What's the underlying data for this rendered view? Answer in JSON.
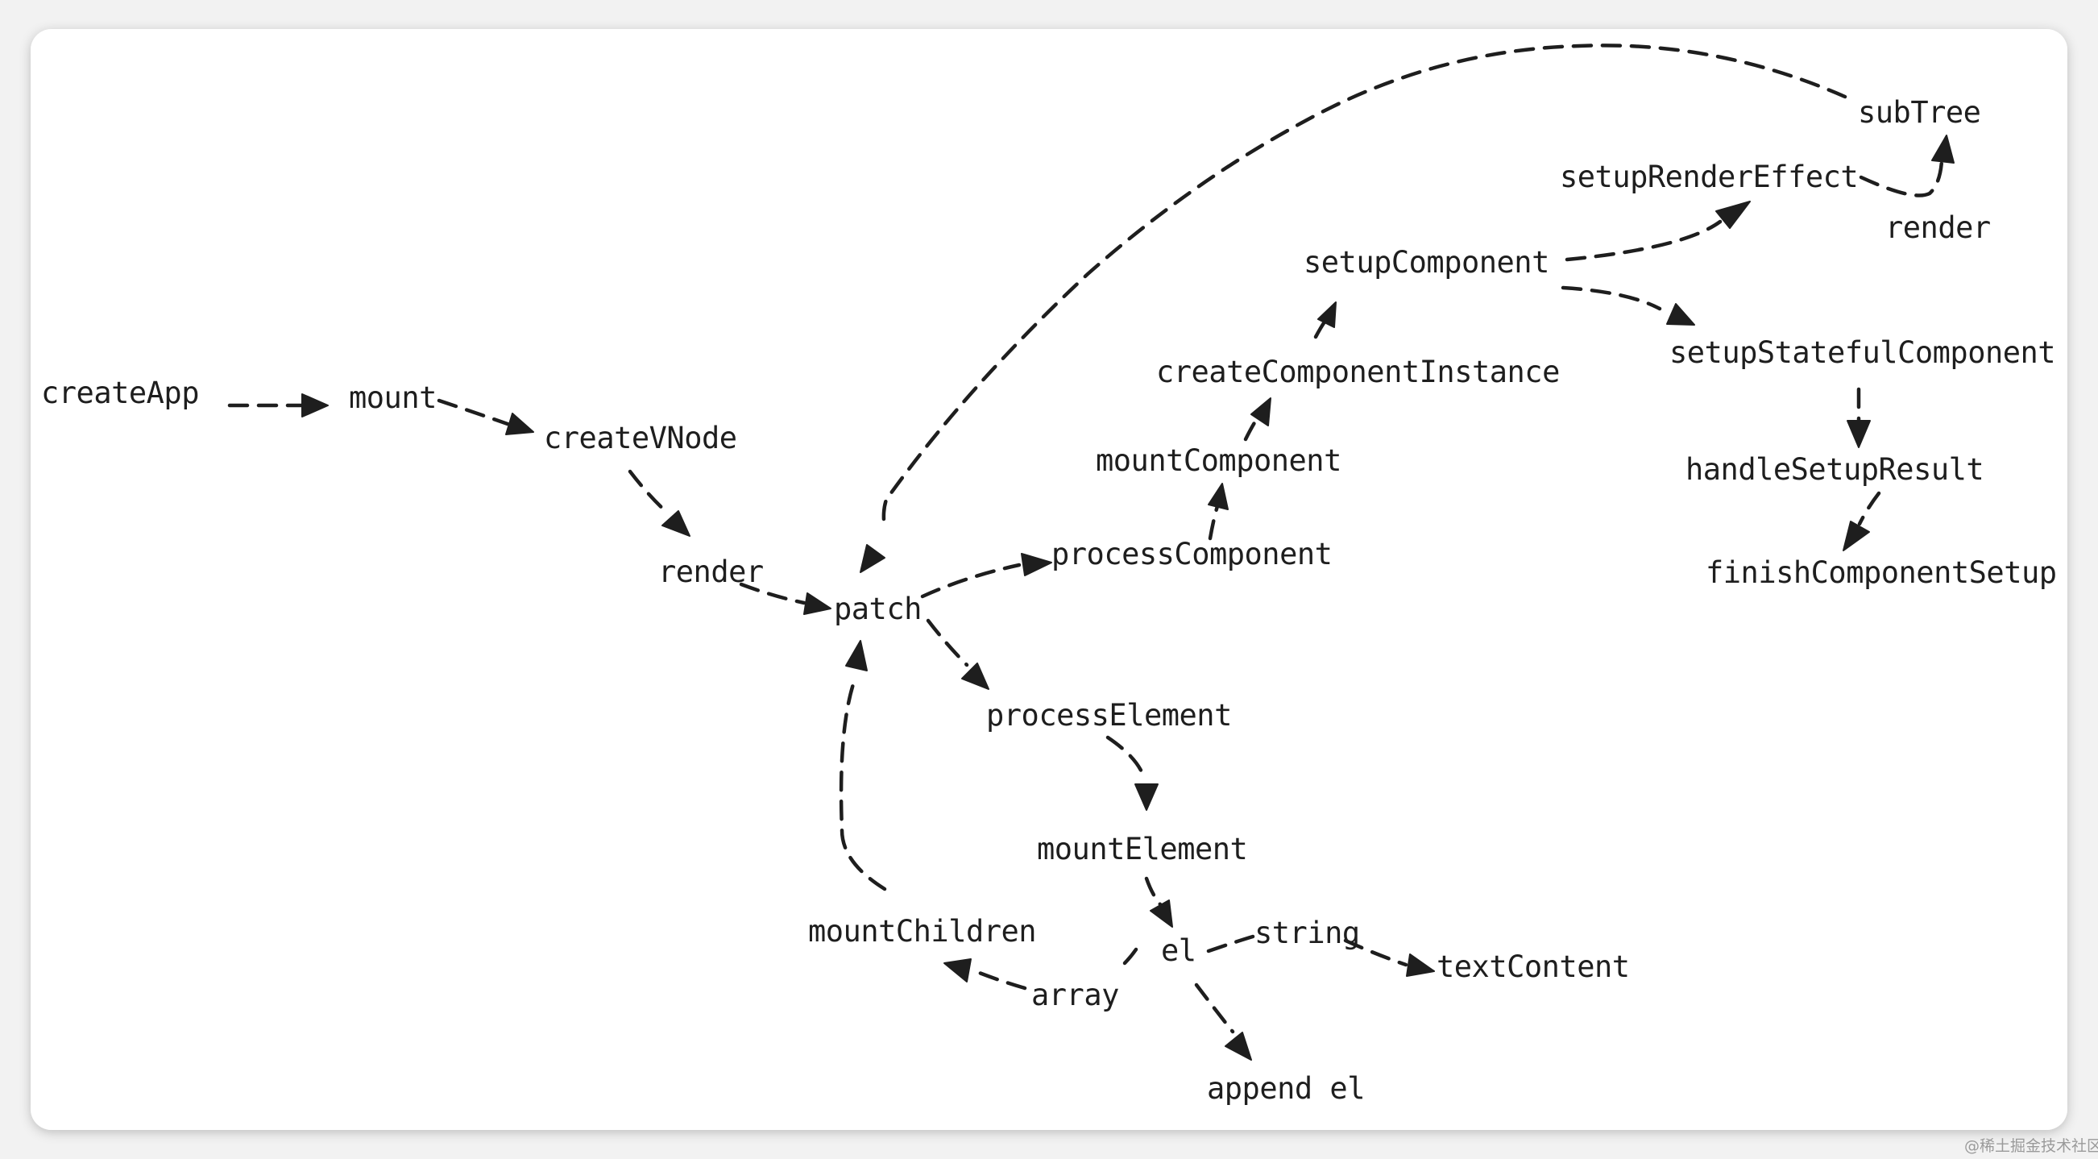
{
  "nodes": {
    "createApp": "createApp",
    "mount": "mount",
    "createVNode": "createVNode",
    "render": "render",
    "patch": "patch",
    "processComponent": "processComponent",
    "mountComponent": "mountComponent",
    "createComponentInstance": "createComponentInstance",
    "setupComponent": "setupComponent",
    "setupRenderEffect": "setupRenderEffect",
    "subTree": "subTree",
    "setupStatefulComponent": "setupStatefulComponent",
    "handleSetupResult": "handleSetupResult",
    "finishComponentSetup": "finishComponentSetup",
    "processElement": "processElement",
    "mountElement": "mountElement",
    "el": "el",
    "textContent": "textContent",
    "appendEl": "append el",
    "mountChildren": "mountChildren"
  },
  "edge_labels": {
    "render": "render",
    "string": "string",
    "array": "array"
  },
  "watermark": "@稀土掘金技术社区",
  "colors": {
    "background": "#f2f2f2",
    "canvas": "#ffffff",
    "ink": "#1e1e1e"
  }
}
